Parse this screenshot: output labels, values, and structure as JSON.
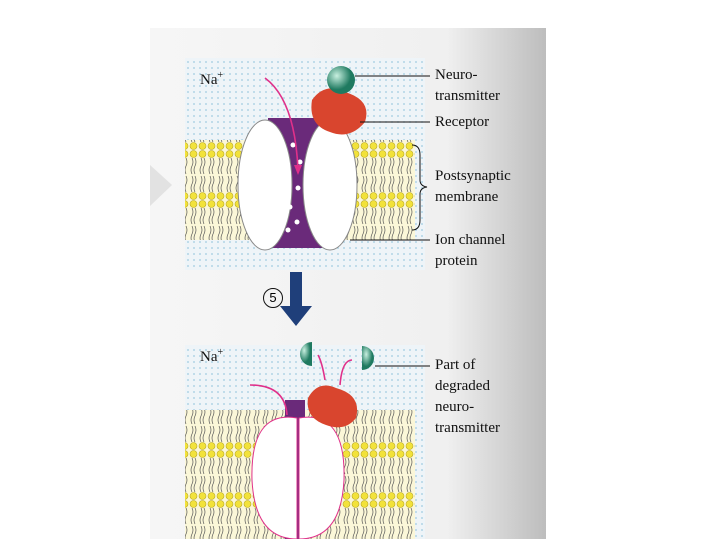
{
  "top_panel": {
    "ion_label": "Na",
    "ion_charge": "+",
    "labels": {
      "neurotransmitter_line1": "Neuro-",
      "neurotransmitter_line2": "transmitter",
      "receptor": "Receptor",
      "membrane_line1": "Postsynaptic",
      "membrane_line2": "membrane",
      "channel_line1": "Ion channel",
      "channel_line2": "protein"
    }
  },
  "step": {
    "number": "5"
  },
  "bottom_panel": {
    "ion_label": "Na",
    "ion_charge": "+",
    "labels": {
      "line1": "Part of",
      "line2": "degraded",
      "line3": "neuro-",
      "line4": "transmitter"
    }
  },
  "colors": {
    "membrane": "#f2e23a",
    "channel": "#6a2a7a",
    "receptor": "#d9452e",
    "neurotransmitter": "#2f9a7a",
    "arrow": "#1f3f7a",
    "flow": "#e0308a"
  }
}
